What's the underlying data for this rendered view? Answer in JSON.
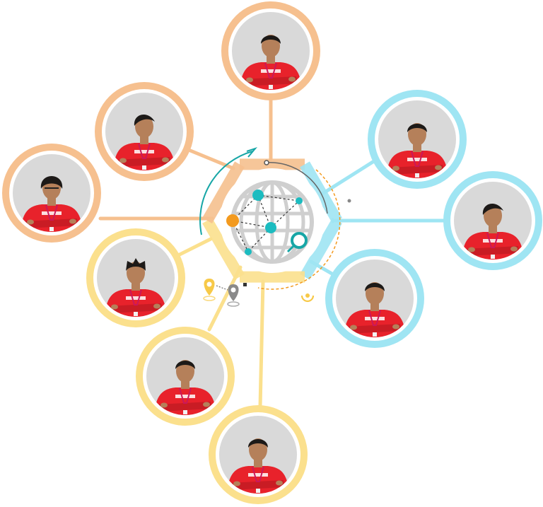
{
  "hub": {
    "icon": "globe-network-icon",
    "ring_icons": [
      "location-pin-icon",
      "location-pin-icon",
      "signal-icon"
    ]
  },
  "colors": {
    "orange": "#f6c08f",
    "orange_dark": "#f0a868",
    "yellow": "#fbe08d",
    "yellow_dark": "#f7c948",
    "cyan": "#9fe5f3",
    "cyan_dark": "#52d0ec",
    "teal": "#17a6a6",
    "teal_node": "#1cbcc0",
    "node_orange": "#f39a1f",
    "grey_photo": "#d9d9d9",
    "shirt": "#e8222b",
    "lanyard": "#c9185a",
    "skin": "#b5805a",
    "hair": "#1d1a18"
  },
  "members": [
    {
      "id": "orange-top",
      "group": "orange",
      "hair": "short"
    },
    {
      "id": "orange-upper-left",
      "group": "orange",
      "hair": "swept"
    },
    {
      "id": "orange-left",
      "group": "orange",
      "hair": "curly-glasses"
    },
    {
      "id": "yellow-left",
      "group": "yellow",
      "hair": "spiky"
    },
    {
      "id": "yellow-lower-left",
      "group": "yellow",
      "hair": "short"
    },
    {
      "id": "yellow-bottom",
      "group": "yellow",
      "hair": "short"
    },
    {
      "id": "cyan-upper-right",
      "group": "cyan",
      "hair": "short"
    },
    {
      "id": "cyan-right",
      "group": "cyan",
      "hair": "swept"
    },
    {
      "id": "cyan-lower-right",
      "group": "cyan",
      "hair": "short"
    }
  ]
}
